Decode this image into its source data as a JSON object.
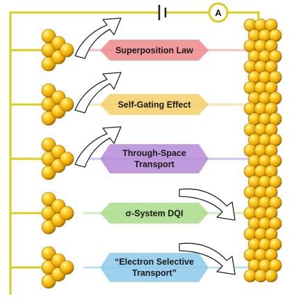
{
  "ammeter_label": "A",
  "colors": {
    "wire": "#d8cc1c",
    "gold_light": "#ffe27a",
    "gold_mid": "#f2b40d",
    "gold_dark": "#8a5a00"
  },
  "icons": [
    "ammeter-icon",
    "battery-icon",
    "curved-arrow-icon",
    "gold-atom-cluster-icon"
  ],
  "channels": [
    {
      "lines": [
        "Superposition Law"
      ],
      "color": "#ef8a8e",
      "arrow": "up"
    },
    {
      "lines": [
        "Self-Gating Effect"
      ],
      "color": "#f6cf6a",
      "arrow": "up"
    },
    {
      "lines": [
        "Through-Space",
        "Transport"
      ],
      "color": "#b58ad8",
      "arrow": "up"
    },
    {
      "lines": [
        "σ-System DQI"
      ],
      "color": "#a9dc8a",
      "arrow": "down"
    },
    {
      "lines": [
        "“Electron Selective",
        "Transport”"
      ],
      "color": "#8cc9ea",
      "arrow": "down"
    }
  ]
}
